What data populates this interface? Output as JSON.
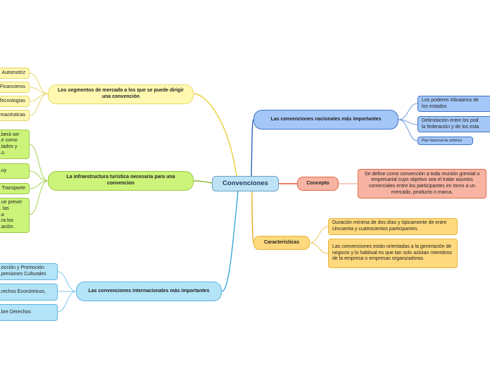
{
  "center": "Convenciones",
  "branches": {
    "segmentos": {
      "title": "Los segmentos de mercado a los que se puede dirigir una convención",
      "leaves": [
        "Automotriz",
        "Financieros",
        "Tecnologías",
        "Farmacéuticas"
      ]
    },
    "infraestructura": {
      "title": "La infraestructura turística necesaria para una convencion",
      "leaves": [
        "...berá ser\n...e como\n...tados y\n...o.",
        "...uy",
        "Transporte",
        "...ue prever\n... las\n...a\n...ra los\n...ación."
      ]
    },
    "internacionales": {
      "title": "Las convenciones internacionales más importantes",
      "leaves": [
        "...ección y Promoción\n...presiones Culturales",
        "...rechos Económicos,",
        "...bre Derechos"
      ]
    },
    "nacionales": {
      "title": "Las convenciones nacionales más importantes",
      "leaves": [
        "Los poderes tributarios de\nlos estados",
        "Delimitación entre los pod\nla federación y de los esta",
        "Plan Nacional de arbitrios"
      ]
    },
    "concepto": {
      "title": "Concepto",
      "leaves": [
        "Se define como convención a toda reunión gremial o empresarial cuyo objetivo sea el tratar asuntos comerciales entre los participantes en torno a un mercado, producto o marca."
      ]
    },
    "caracteristicas": {
      "title": "Características",
      "leaves": [
        "Duración mínima de dos días y típicamente de entre cincuenta y cuatrocientos participantes.",
        "Las convenciones están orientadas a la generación de negocio y lo habitual es que tan solo asistan miembros de la empresa o empresas organizadoras."
      ]
    }
  },
  "colors": {
    "yellow_line": "#e8cf3a",
    "green_line": "#8ab832",
    "blue_line": "#3aa7dc",
    "royal_line": "#2d63b8",
    "salmon_line": "#e2583a",
    "orange_line": "#e8b225"
  }
}
